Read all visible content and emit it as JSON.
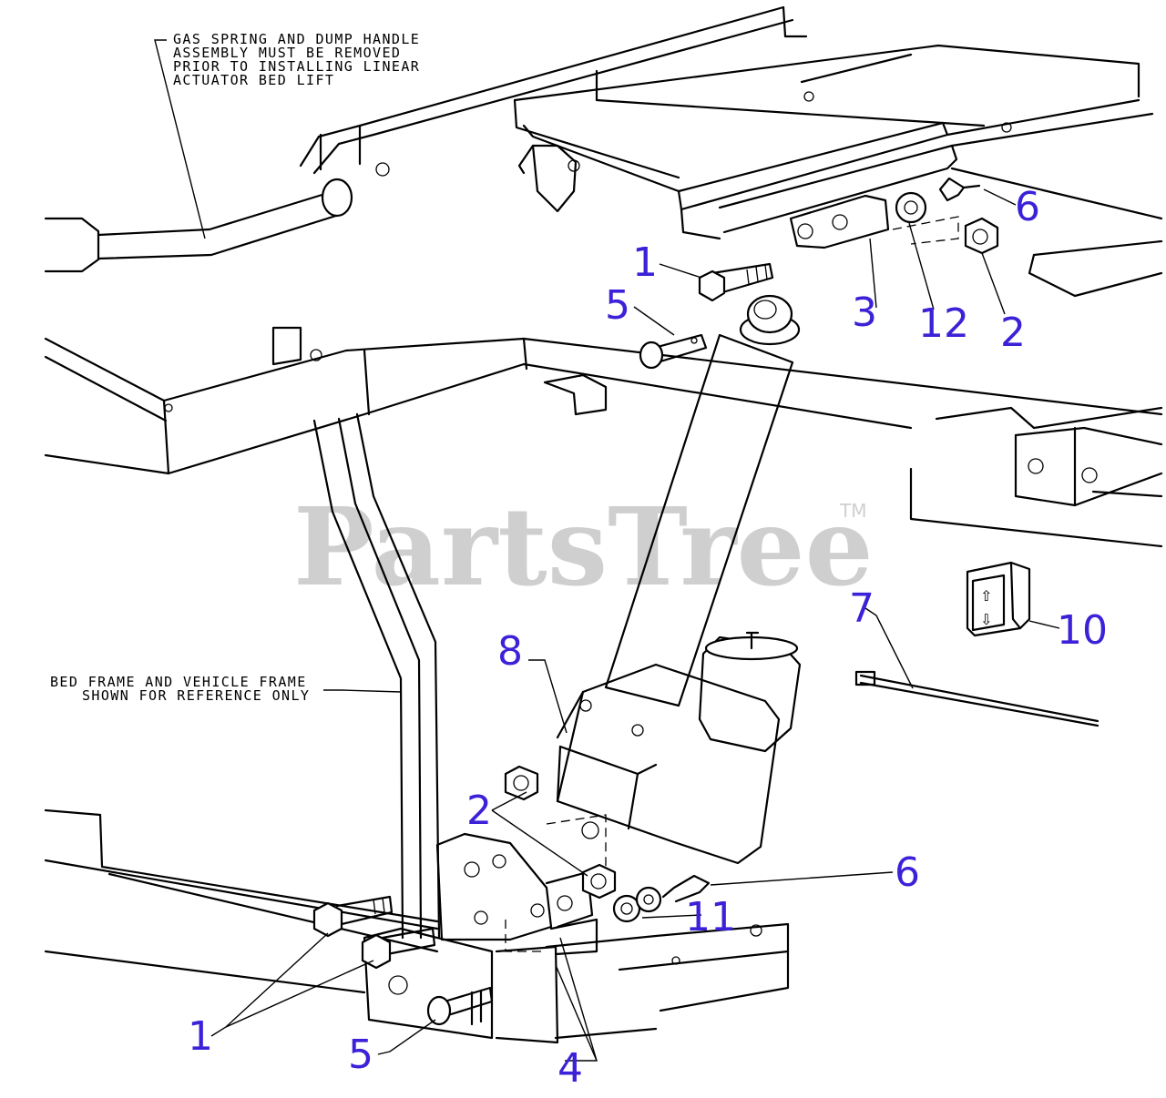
{
  "notes": {
    "gas_spring": [
      "GAS SPRING AND DUMP HANDLE",
      "ASSEMBLY MUST BE REMOVED",
      "PRIOR TO INSTALLING LINEAR",
      "ACTUATOR BED LIFT"
    ],
    "bed_frame": [
      "BED FRAME AND VEHICLE FRAME",
      "SHOWN FOR REFERENCE ONLY"
    ]
  },
  "watermark": {
    "text": "PartsTree",
    "tm": "TM"
  },
  "callouts": {
    "c1_top": "1",
    "c5_top": "5",
    "c3": "3",
    "c12": "12",
    "c2_top": "2",
    "c6_top": "6",
    "c7": "7",
    "c10": "10",
    "c8": "8",
    "c2_mid": "2",
    "c6_mid": "6",
    "c11": "11",
    "c1_bot": "1",
    "c5_bot": "5",
    "c4": "4"
  },
  "switch_arrows": {
    "up": "⇧",
    "down": "⇩"
  },
  "colors": {
    "callout": "#3b22d8",
    "watermark": "#cfcfcf",
    "line": "#000000"
  }
}
